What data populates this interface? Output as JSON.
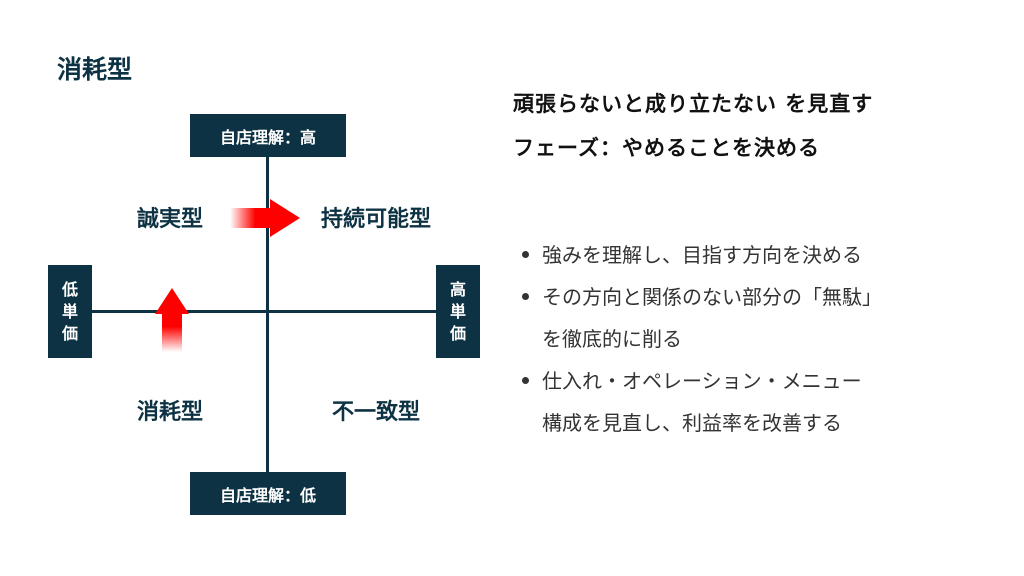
{
  "title": "消耗型",
  "axes": {
    "top": "自店理解：高",
    "bottom": "自店理解：低",
    "left": [
      "低",
      "単",
      "価"
    ],
    "right": [
      "高",
      "単",
      "価"
    ]
  },
  "quadrants": {
    "top_left": "誠実型",
    "top_right": "持続可能型",
    "bottom_left": "消耗型",
    "bottom_right": "不一致型"
  },
  "colors": {
    "navy": "#0d3243",
    "arrow": "#ff0000"
  },
  "heading": [
    "頑張らないと成り立たない を見直す",
    "フェーズ：やめることを決める"
  ],
  "bullets": [
    {
      "lines": [
        "強みを理解し、目指す方向を決める"
      ]
    },
    {
      "lines": [
        "その方向と関係のない部分の「無駄」",
        "を徹底的に削る"
      ]
    },
    {
      "lines": [
        "仕入れ・オペレーション・メニュー",
        "構成を見直し、利益率を改善する"
      ]
    }
  ]
}
